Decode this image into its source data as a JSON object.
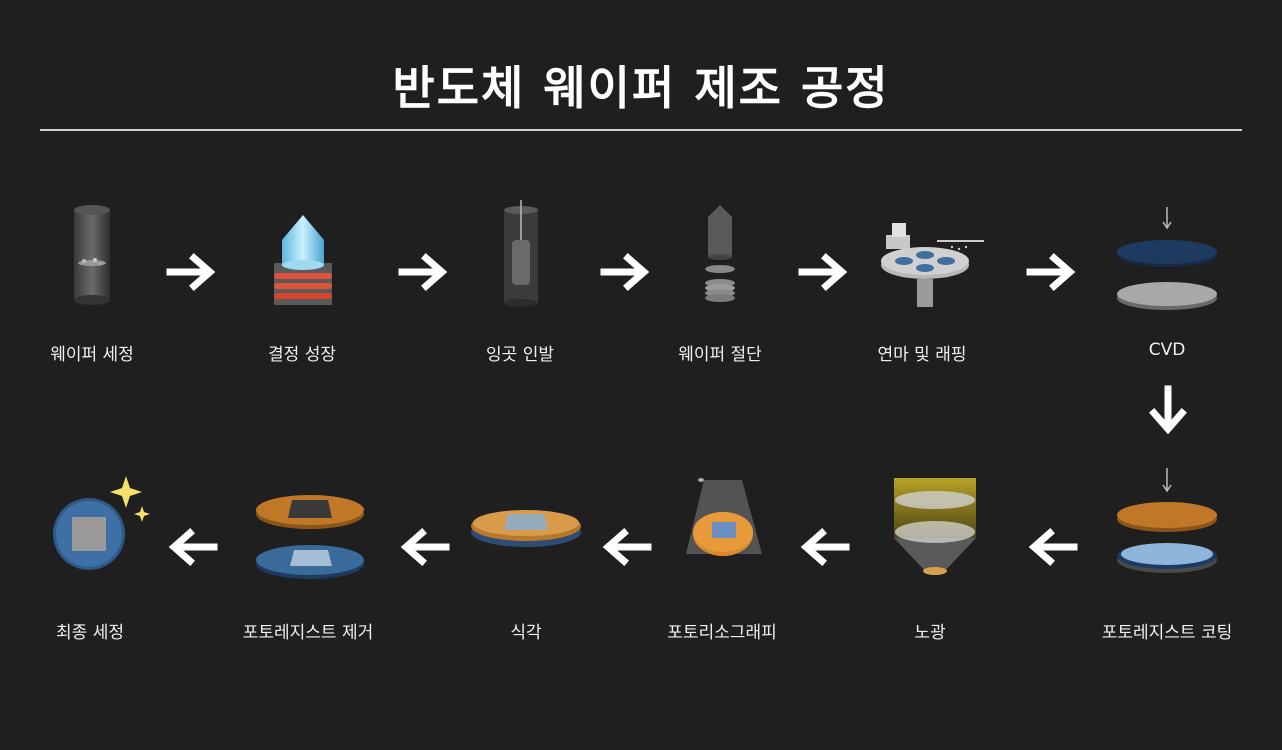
{
  "title": "반도체 웨이퍼 제조 공정",
  "steps": [
    {
      "label": "웨이퍼 세정",
      "icon": "wafer-cleaning-icon"
    },
    {
      "label": "결정 성장",
      "icon": "crystal-growth-icon"
    },
    {
      "label": "잉곳 인발",
      "icon": "ingot-pulling-icon"
    },
    {
      "label": "웨이퍼 절단",
      "icon": "wafer-slicing-icon"
    },
    {
      "label": "연마 및 래핑",
      "icon": "polishing-lapping-icon"
    },
    {
      "label": "CVD",
      "icon": "cvd-icon"
    },
    {
      "label": "포토레지스트 코팅",
      "icon": "photoresist-coating-icon"
    },
    {
      "label": "노광",
      "icon": "exposure-icon"
    },
    {
      "label": "포토리소그래피",
      "icon": "photolithography-icon"
    },
    {
      "label": "식각",
      "icon": "etching-icon"
    },
    {
      "label": "포토레지스트 제거",
      "icon": "photoresist-removal-icon"
    },
    {
      "label": "최종 세정",
      "icon": "final-cleaning-icon"
    }
  ],
  "colors": {
    "background": "#1f1f1f",
    "text": "#ffffff",
    "orange": "#d98a2b",
    "blue": "#3a6a9a"
  }
}
